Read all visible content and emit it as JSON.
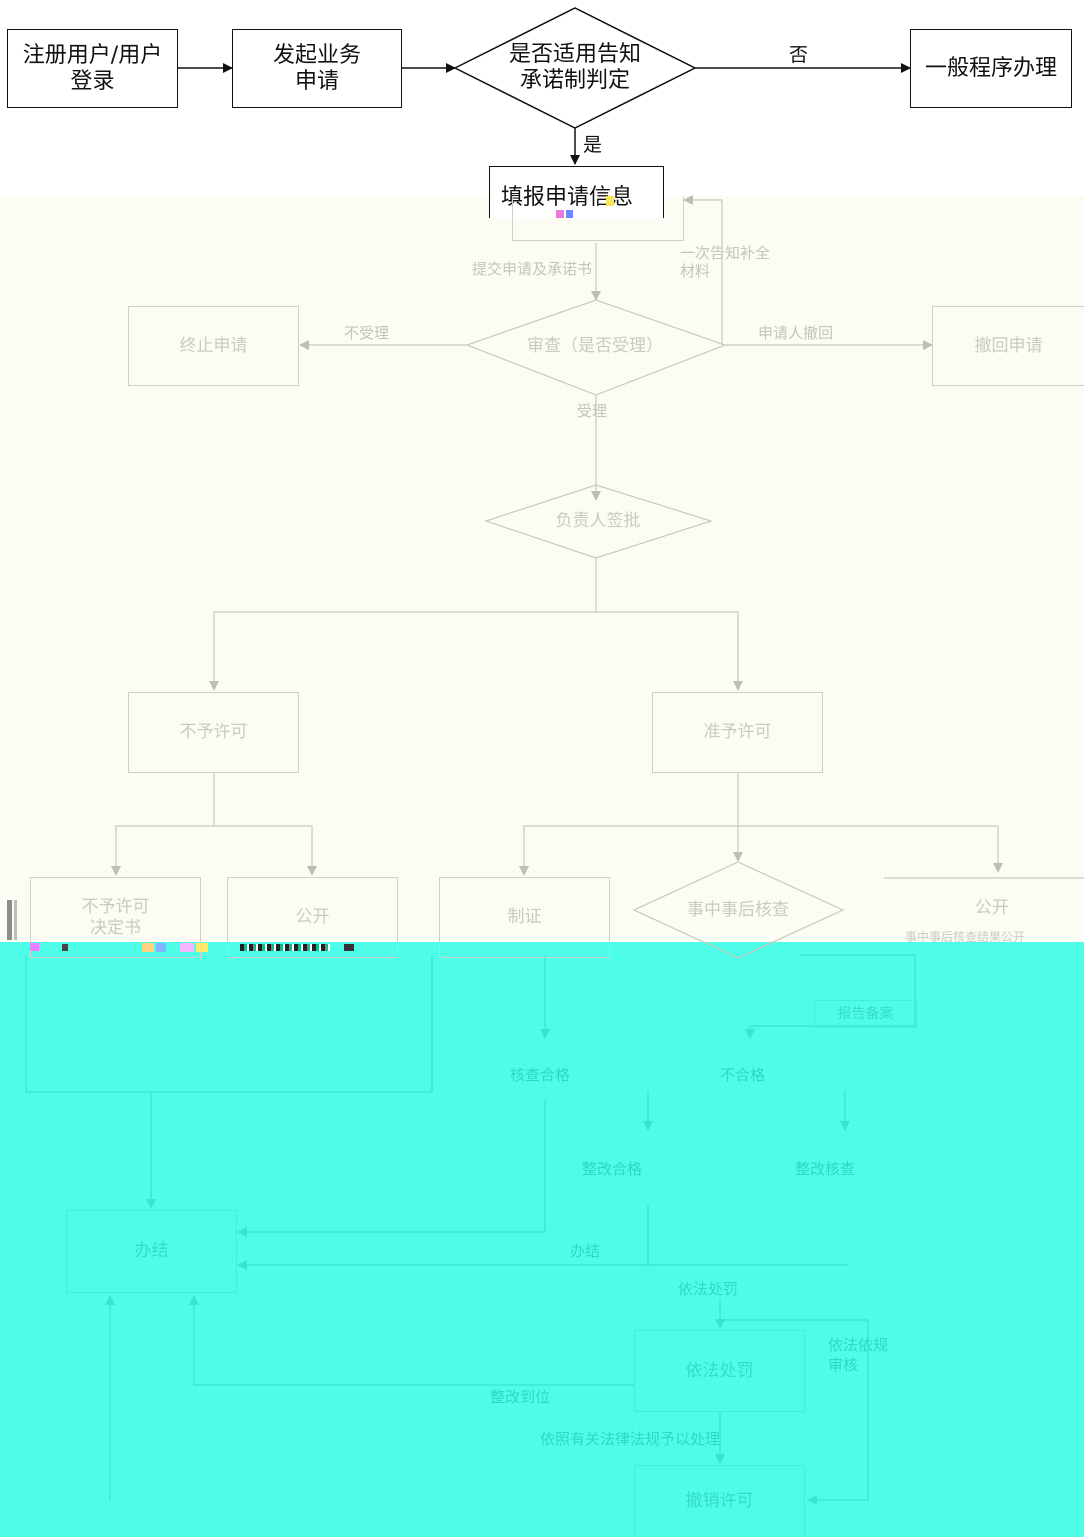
{
  "top_row": {
    "register_login": "注册用户/用户\n登录",
    "start_application": "发起业务\n申请",
    "decision_notify_commit": "是否适用告知\n承诺制判定",
    "no_label": "否",
    "general_procedure": "一般程序办理",
    "yes_label": "是",
    "fill_info": "填报申请信息"
  },
  "review_stage": {
    "submit_label": "提交申请及承诺书",
    "correction_label": "一次告知补全\n材料",
    "terminate": "终止申请",
    "not_accepted_label": "不受理",
    "review_decision": "审查（是否受理）",
    "withdraw_label": "申请人撤回",
    "withdraw": "撤回申请",
    "accepted_label": "受理",
    "leader_approval": "负责人签批"
  },
  "decision_stage": {
    "deny": "不予许可",
    "grant": "准予许可",
    "deny_decision": "不予许可\n决定书",
    "public_left": "公开",
    "certificate": "制证",
    "post_check": "事中事后核查",
    "public_right": "公开",
    "public_right_sub": "事中事后核查结果公开"
  },
  "lower_stage": {
    "report_label": "报告备案",
    "ok_check": "核查合格",
    "fail_check": "不合格",
    "rectify_ok": "整改合格",
    "rectify_check": "整改核查",
    "revoke": "撤销许可",
    "end": "办结",
    "complete_label": "办结",
    "punish_label": "依法处罚",
    "punish": "依法处罚",
    "rectify_label": "整改到位",
    "legal_label": "依照有关法律法规予以处理",
    "report_side": "依法依规\n审核",
    "final_revoke": "撤销许可"
  },
  "colors": {
    "line_dark": "#111111",
    "line_faint": "#c8c9c0",
    "line_ghost": "#3ff0db",
    "cream_bg": "#fcfcf5",
    "cyan_bg": "#4dfde8"
  }
}
